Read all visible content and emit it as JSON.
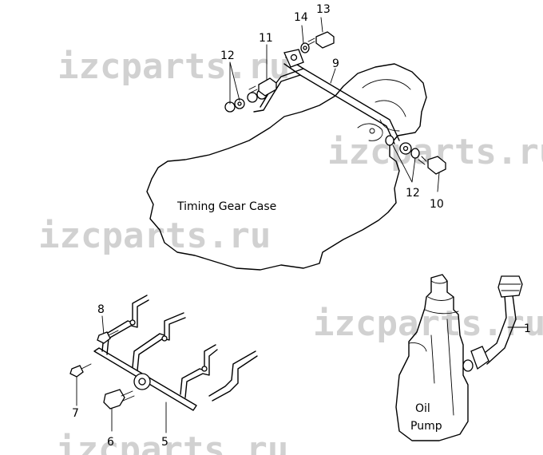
{
  "watermark": "izcparts.ru",
  "labels": {
    "timing_gear_case": "Timing Gear Case",
    "oil": "Oil",
    "pump": "Pump"
  },
  "callouts": {
    "c1": "1",
    "c5": "5",
    "c6": "6",
    "c7": "7",
    "c8": "8",
    "c9": "9",
    "c10": "10",
    "c11": "11",
    "c12a": "12",
    "c12b": "12",
    "c13": "13",
    "c14": "14"
  }
}
